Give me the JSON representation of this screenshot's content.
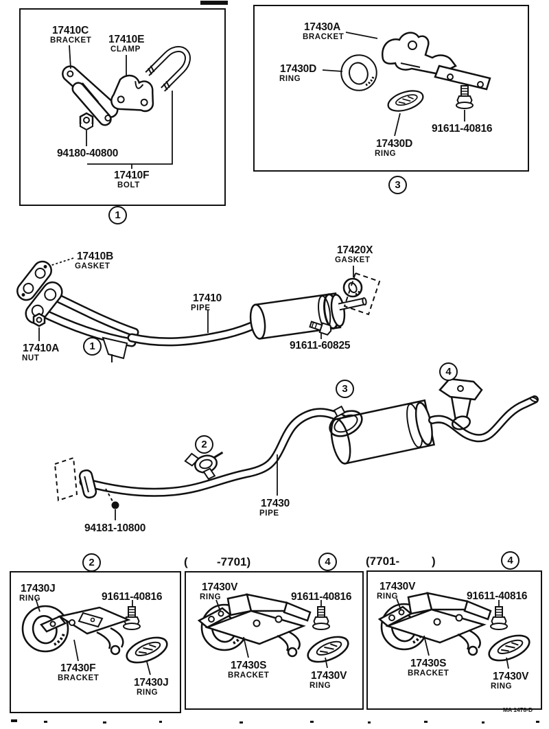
{
  "doc_code": "MA 1478-D",
  "box1": {
    "badge": "1",
    "bracket_code": "17410C",
    "bracket_name": "BRACKET",
    "clamp_code": "17410E",
    "clamp_name": "CLAMP",
    "nut_code": "94180-40800",
    "bolt_code": "17410F",
    "bolt_name": "BOLT"
  },
  "box3": {
    "badge": "3",
    "bracket_code": "17430A",
    "bracket_name": "BRACKET",
    "ring1_code": "17430D",
    "ring1_name": "RING",
    "ring2_code": "17430D",
    "ring2_name": "RING",
    "bolt_code": "91611-40816"
  },
  "front_pipe": {
    "badge": "1",
    "gasket_code": "17410B",
    "gasket_name": "GASKET",
    "nut_code": "17410A",
    "nut_name": "NUT",
    "pipe_code": "17410",
    "pipe_name": "PIPE",
    "seal_code": "17420X",
    "seal_name": "GASKET",
    "bolt_code": "91611-60825"
  },
  "rear_pipe": {
    "badge_front": "2",
    "badge_mid": "3",
    "badge_tail": "4",
    "pipe_code": "17430",
    "pipe_name": "PIPE",
    "bolt_code": "94181-10800"
  },
  "box2": {
    "badge": "2",
    "ring1_code": "17430J",
    "ring1_name": "RING",
    "bolt_code": "91611-40816",
    "bracket_code": "17430F",
    "bracket_name": "BRACKET",
    "ring2_code": "17430J",
    "ring2_name": "RING"
  },
  "box4a": {
    "badge": "4",
    "header_open": "(",
    "header_range": "-7701)",
    "ring1_code": "17430V",
    "ring1_name": "RING",
    "bolt_code": "91611-40816",
    "bracket_code": "17430S",
    "bracket_name": "BRACKET",
    "ring2_code": "17430V",
    "ring2_name": "RING"
  },
  "box4b": {
    "badge": "4",
    "header_range": "(7701-",
    "header_close": ")",
    "ring1_code": "17430V",
    "ring1_name": "RING",
    "bolt_code": "91611-40816",
    "bracket_code": "17430S",
    "bracket_name": "BRACKET",
    "ring2_code": "17430V",
    "ring2_name": "RING"
  }
}
